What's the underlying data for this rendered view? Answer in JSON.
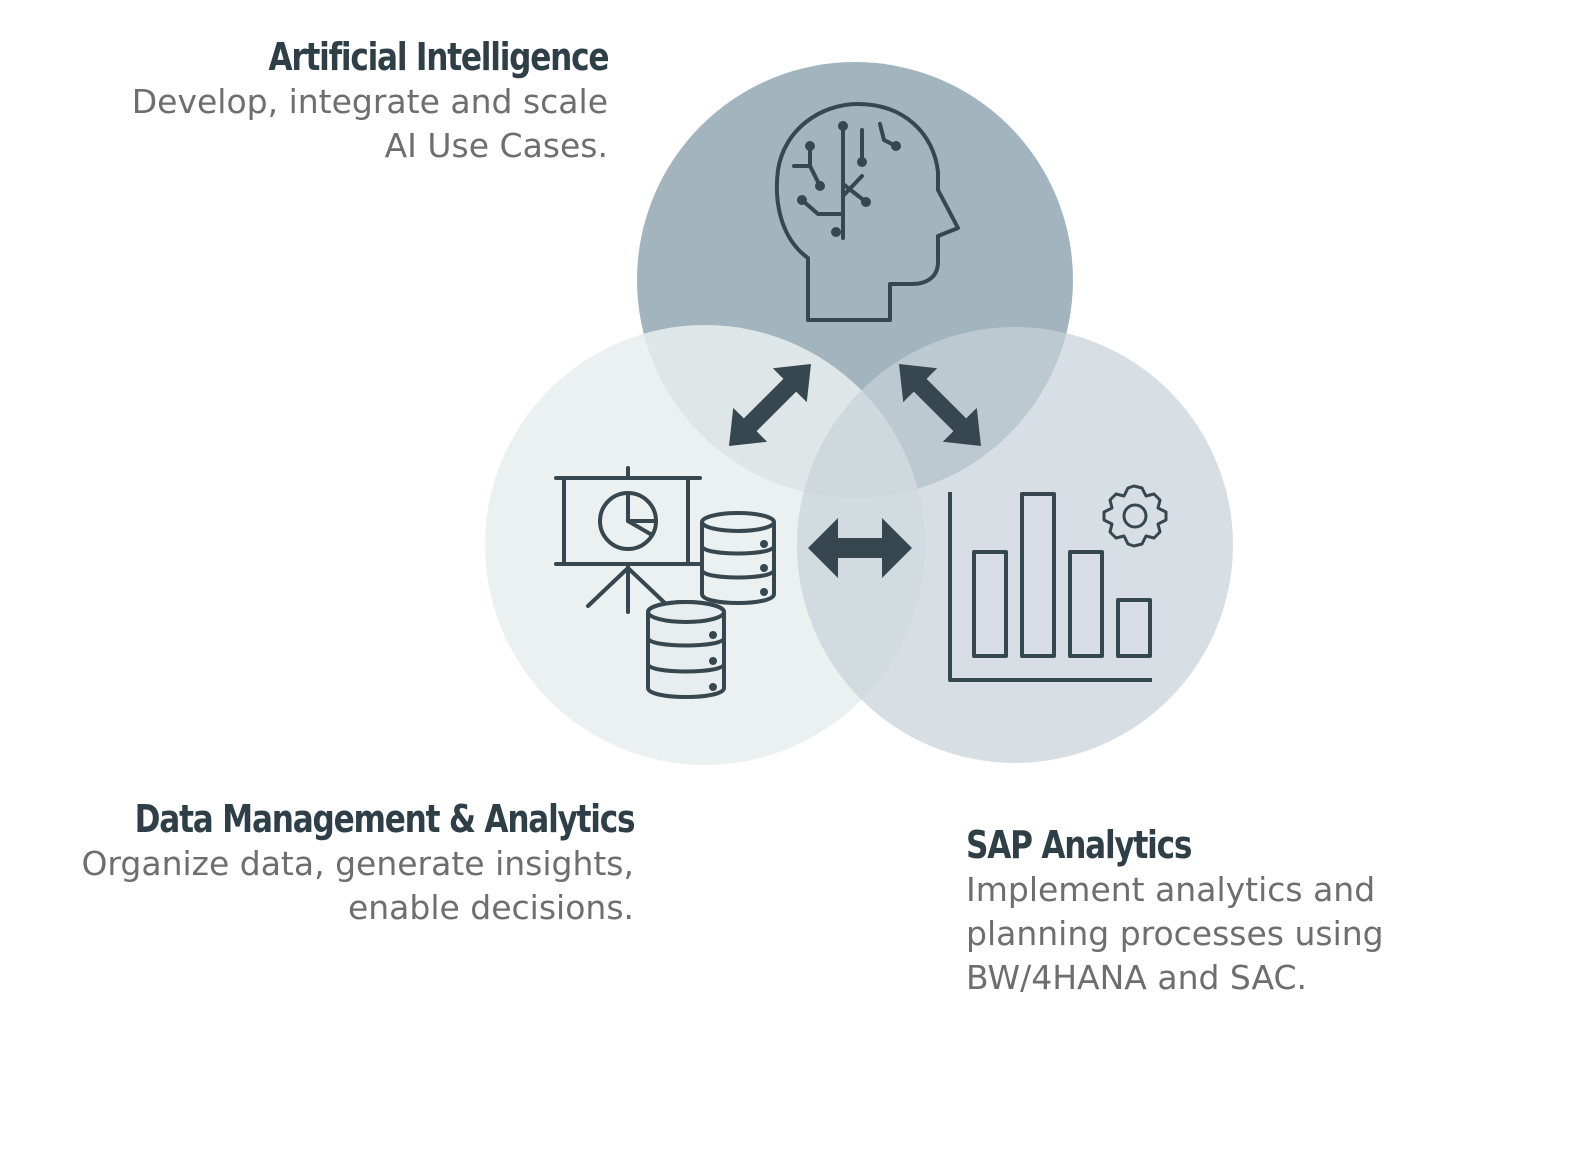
{
  "colors": {
    "circle_ai": "#a2b4be",
    "circle_data": "#e8eeef",
    "circle_sap": "#c8d2d8",
    "icon_stroke": "#37474f",
    "title_text": "#2f3f47",
    "body_text": "#6e6e6e"
  },
  "sections": {
    "ai": {
      "title": "Artificial Intelligence",
      "line1": "Develop, integrate and scale",
      "line2": "AI Use Cases.",
      "icon": "brain-circuit-head-icon"
    },
    "data_management": {
      "title": "Data Management & Analytics",
      "line1": "Organize data, generate insights,",
      "line2": "enable decisions.",
      "icon": "presentation-board-database-icon"
    },
    "sap": {
      "title": "SAP Analytics",
      "line1": "Implement analytics and",
      "line2": "planning processes using",
      "line3": "BW/4HANA and SAC.",
      "icon": "bar-chart-gear-icon"
    }
  },
  "arrows": [
    {
      "name": "ai-data-arrow",
      "icon": "diagonal-double-arrow-icon"
    },
    {
      "name": "ai-sap-arrow",
      "icon": "diagonal-double-arrow-icon"
    },
    {
      "name": "data-sap-arrow",
      "icon": "horizontal-double-arrow-icon"
    }
  ]
}
